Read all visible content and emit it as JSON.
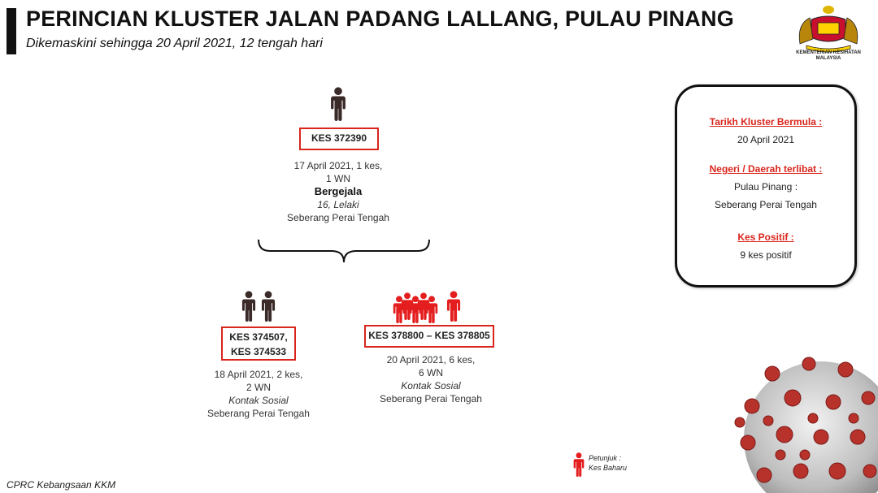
{
  "header": {
    "title": "PERINCIAN KLUSTER JALAN PADANG LALLANG, PULAU PINANG",
    "subtitle": "Dikemaskini sehingga 20 April 2021, 12 tengah hari"
  },
  "logo": {
    "text": "KEMENTERIAN KESIHATAN MALAYSIA"
  },
  "colors": {
    "accent": "#d9251c",
    "dark_person": "#3a2a28",
    "new_person": "#e41e1e"
  },
  "root": {
    "icon": "person-icon",
    "case": "KES 372390",
    "line1": "17 April 2021, 1 kes,",
    "line2": "1 WN",
    "status": "Bergejala",
    "profile": "16, Lelaki",
    "district": "Seberang Perai Tengah"
  },
  "left_child": {
    "icon": "person-icon",
    "case_line1": "KES 374507,",
    "case_line2": "KES 374533",
    "line1": "18 April 2021, 2 kes,",
    "line2": "2 WN",
    "contact": "Kontak Sosial",
    "district": "Seberang Perai Tengah"
  },
  "right_child": {
    "icon": "person-icon",
    "case": "KES 378800 – KES 378805",
    "line1": "20 April 2021, 6 kes,",
    "line2": "6 WN",
    "contact": "Kontak Sosial",
    "district": "Seberang Perai Tengah"
  },
  "info": {
    "start_label": "Tarikh Kluster Bermula :",
    "start_value": "20 April 2021",
    "area_label": "Negeri / Daerah terlibat :",
    "area_value1": "Pulau Pinang :",
    "area_value2": "Seberang Perai Tengah",
    "positive_label": "Kes Positif :",
    "positive_value": "9 kes positif"
  },
  "legend": {
    "line1": "Petunjuk :",
    "line2": "Kes Baharu"
  },
  "footer": {
    "text": "CPRC Kebangsaan KKM"
  }
}
